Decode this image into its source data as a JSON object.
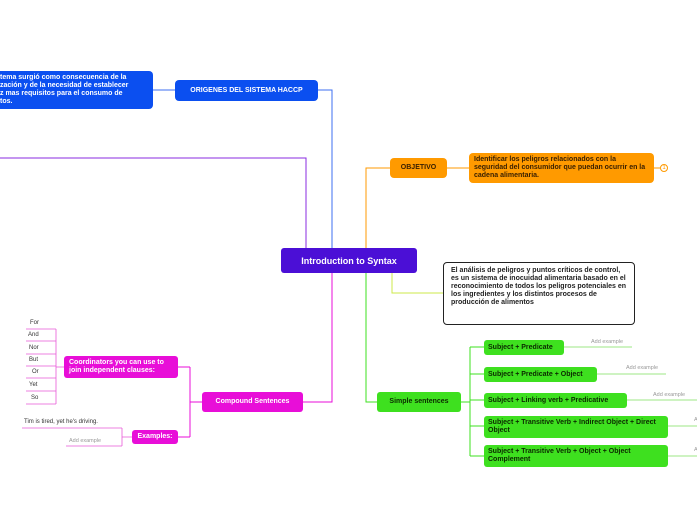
{
  "central": "Introduction to Syntax",
  "origenes": {
    "title": "ORIGENES DEL SISTEMA HACCP",
    "detail": "tema surgió como consecuencia de la\nzación y de la necesidad de establecer\nz mas requisitos para el consumo de\ntos."
  },
  "objetivo": {
    "title": "OBJETIVO",
    "detail": "Identificar los peligros relacionados con la seguridad del consumidor que puedan ocurrir en la cadena alimentaria.",
    "badge": "1"
  },
  "analisis": "El análisis de peligros y puntos críticos de control, es un sistema de inocuidad alimentaria basado en el reconocimiento de todos los peligros potenciales en los ingredientes y los distintos procesos de producción de alimentos",
  "simple": {
    "title": "Simple sentences",
    "items": [
      {
        "label": "Subject + Predicate",
        "add": "Add example"
      },
      {
        "label": "Subject + Predicate + Object",
        "add": "Add example"
      },
      {
        "label": "Subject + Linking verb + Predicative",
        "add": "Add example"
      },
      {
        "label": "Subject + Transitive Verb + Indirect Object + Direct Object",
        "add": "A"
      },
      {
        "label": "Subject + Transitive Verb + Object + Object Complement",
        "add": "A"
      }
    ]
  },
  "compound": {
    "title": "Compound Sentences",
    "coordinators": {
      "title": "Coordinators you can use to join independent clauses:",
      "items": [
        "For",
        "And",
        "Nor",
        "But",
        "Or",
        "Yet",
        "So"
      ]
    },
    "examples": {
      "title": "Examples:",
      "items": [
        "Tim is tired, yet he's driving."
      ],
      "add": "Add example"
    }
  },
  "colors": {
    "center": "#4b0fd6",
    "blue": "#0b4ff0",
    "orange": "#ff9a00",
    "green": "#3ee01f",
    "magenta": "#e80ed8",
    "purple": "#8a2be2"
  }
}
